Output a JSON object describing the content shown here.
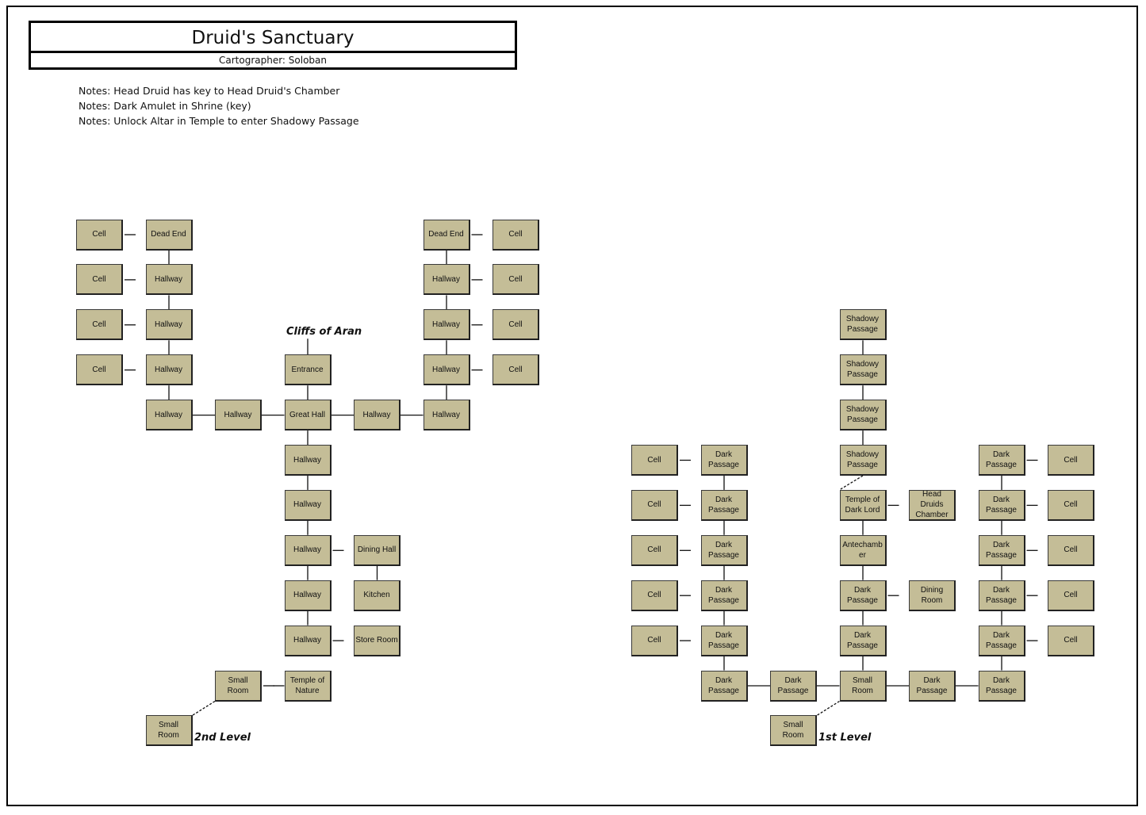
{
  "header": {
    "title": "Druid's Sanctuary",
    "cartographer": "Cartographer: Soloban"
  },
  "notes": [
    "Notes: Head Druid has key to Head Druid's Chamber",
    "Notes: Dark Amulet in Shrine (key)",
    "Notes: Unlock Altar in Temple to enter Shadowy Passage"
  ],
  "labels": {
    "cliffs": "Cliffs of Aran",
    "level2": "2nd Level",
    "level1": "1st Level"
  },
  "levels": [
    {
      "name": "2nd Level",
      "rooms": [
        "Cell",
        "Dead End",
        "Cell",
        "Hallway",
        "Cell",
        "Hallway",
        "Cell",
        "Hallway",
        "Hallway",
        "Hallway",
        "Entrance",
        "Great Hall",
        "Hallway",
        "Hallway",
        "Dead End",
        "Cell",
        "Hallway",
        "Cell",
        "Hallway",
        "Cell",
        "Hallway",
        "Cell",
        "Hallway",
        "Hallway",
        "Hallway",
        "Dining Hall",
        "Hallway",
        "Kitchen",
        "Hallway",
        "Store Room",
        "Small Room",
        "Temple of Nature",
        "Small Room"
      ]
    },
    {
      "name": "1st Level",
      "rooms": [
        "Shadowy Passage",
        "Shadowy Passage",
        "Shadowy Passage",
        "Shadowy Passage",
        "Temple of Dark Lord",
        "Head Druids Chamber",
        "Antechamb er",
        "Dark Passage",
        "Dining Room",
        "Dark Passage",
        "Small Room",
        "Dark Passage",
        "Dark Passage",
        "Dark Passage",
        "Dark Passage",
        "Small Room",
        "Cell",
        "Cell",
        "Cell",
        "Cell",
        "Cell",
        "Dark Passage",
        "Dark Passage",
        "Dark Passage",
        "Dark Passage",
        "Dark Passage",
        "Dark Passage",
        "Dark Passage",
        "Dark Passage",
        "Dark Passage",
        "Dark Passage",
        "Cell",
        "Cell",
        "Cell",
        "Cell",
        "Cell"
      ]
    }
  ]
}
